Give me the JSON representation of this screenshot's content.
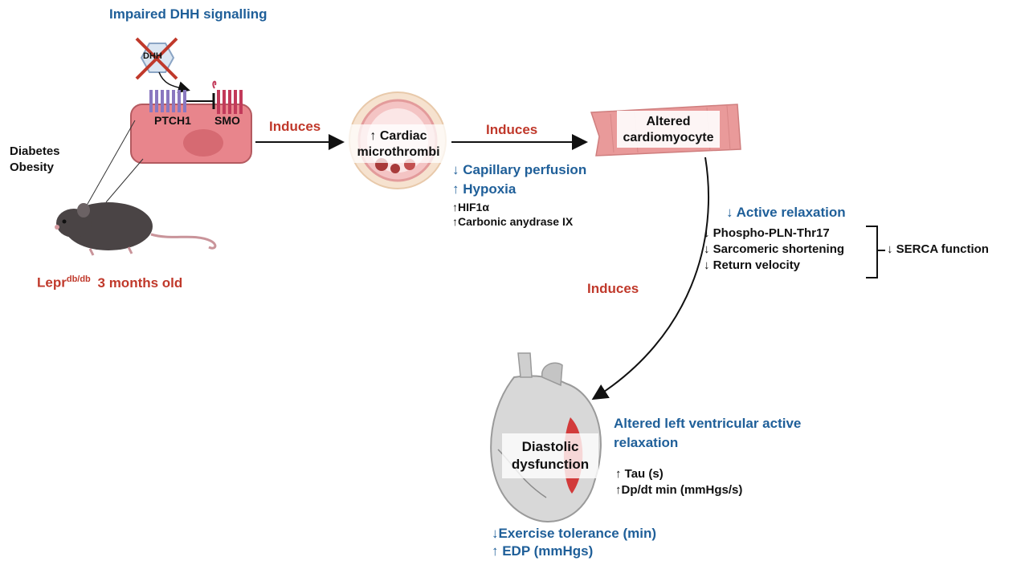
{
  "title": "Impaired DHH signalling",
  "dhh_label": "DHH",
  "ptch1_label": "PTCH1",
  "smo_label": "SMO",
  "risk_factors": [
    "Diabetes",
    "Obesity"
  ],
  "mouse_model": {
    "prefix": "Lepr",
    "superscript": "db/db",
    "suffix": "3 months old"
  },
  "arrow_labels": {
    "induces_1": "Induces",
    "induces_2": "Induces",
    "induces_3": "Induces"
  },
  "microthrombi": {
    "line1": "↑ Cardiac",
    "line2": "microthrombi"
  },
  "perfusion_effects": {
    "capillary": "↓ Capillary perfusion",
    "hypoxia": "↑ Hypoxia",
    "hif1a": "↑HIF1α",
    "carbonic": "↑Carbonic anydrase IX"
  },
  "cardiomyocyte": {
    "line1": "Altered",
    "line2": "cardiomyocyte"
  },
  "relaxation": {
    "title": "↓ Active relaxation",
    "items": [
      "↓  Phospho-PLN-Thr17",
      "↓  Sarcomeric shortening",
      "↓  Return velocity"
    ],
    "serca": "↓ SERCA function"
  },
  "heart": {
    "line1": "Diastolic",
    "line2": "dysfunction"
  },
  "lv_relaxation": {
    "title_line1": "Altered  left ventricular active",
    "title_line2": "relaxation",
    "tau": "↑ Tau (s)",
    "dpdt": "↑Dp/dt min (mmHgs/s)"
  },
  "bottom": {
    "exercise": "↓Exercise tolerance (min)",
    "edp": "↑ EDP (mmHgs)"
  },
  "colors": {
    "blue": "#1f5f99",
    "red": "#c0392b",
    "cell": "#e8858c",
    "heart_red": "#d23a3a"
  }
}
